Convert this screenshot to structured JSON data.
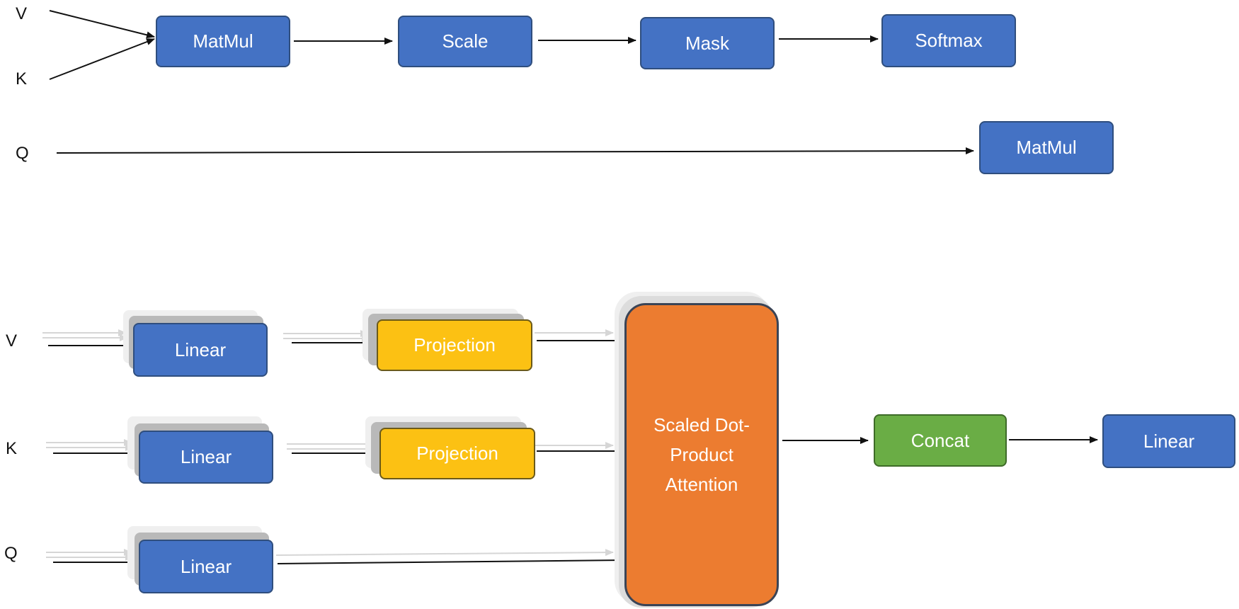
{
  "top_diagram": {
    "inputs": {
      "v": "V",
      "k": "K",
      "q": "Q"
    },
    "boxes": {
      "matmul1": "MatMul",
      "scale": "Scale",
      "mask": "Mask",
      "softmax": "Softmax",
      "matmul2": "MatMul"
    }
  },
  "bottom_diagram": {
    "inputs": {
      "v": "V",
      "k": "K",
      "q": "Q"
    },
    "linear_v": "Linear",
    "linear_k": "Linear",
    "linear_q": "Linear",
    "projection_v": "Projection",
    "projection_k": "Projection",
    "attention": "Scaled Dot-Product Attention",
    "concat": "Concat",
    "linear_out": "Linear"
  },
  "colors": {
    "blue": "#4472c4",
    "yellow": "#fcc113",
    "orange": "#ec7c30",
    "green": "#6aad45"
  }
}
